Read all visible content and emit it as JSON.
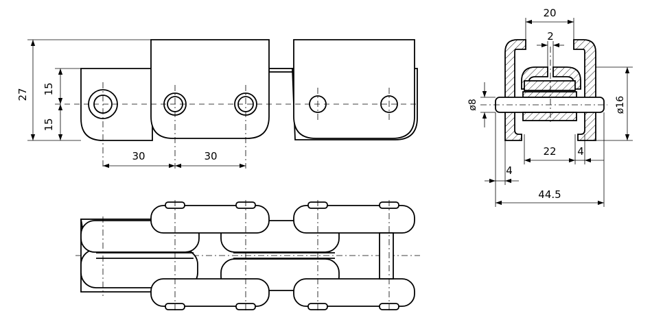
{
  "dimensions": {
    "pitch_1": "30",
    "pitch_2": "30",
    "overall_height": "27",
    "half_height_top": "15",
    "half_height_bottom": "15",
    "top_width": "20",
    "slot_width": "2",
    "pin_diameter": "ø8",
    "roller_diameter": "ø16",
    "inner_width": "22",
    "plate_thickness_right": "4",
    "plate_thickness_left": "4",
    "overall_width": "44.5"
  }
}
